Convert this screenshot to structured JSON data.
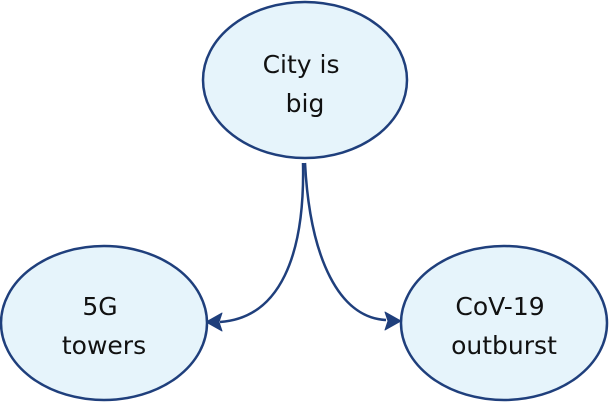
{
  "nodes": {
    "top": {
      "lines": [
        "City is",
        "big"
      ]
    },
    "left": {
      "lines": [
        "5G",
        "towers"
      ]
    },
    "right": {
      "lines": [
        "CoV-19",
        "outburst"
      ]
    }
  },
  "colors": {
    "node_fill": "#e6f4fb",
    "node_stroke": "#1f3f7c",
    "edge": "#1f3f7c",
    "text": "#111111"
  }
}
